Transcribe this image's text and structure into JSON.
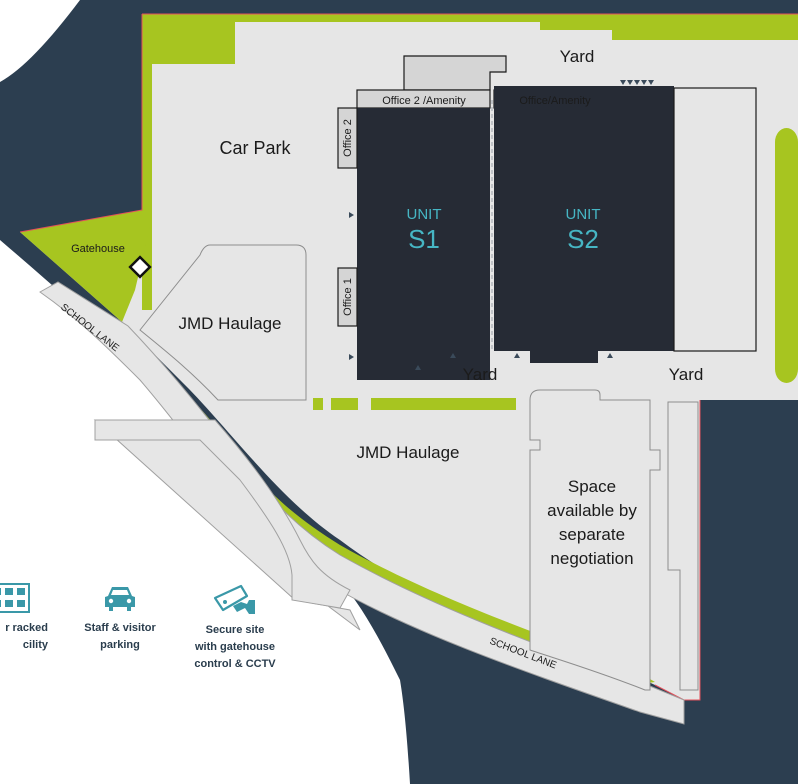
{
  "colors": {
    "background": "#ffffff",
    "navy": "#2c3e50",
    "site_ground": "#e6e6e6",
    "green_verge": "#a7c520",
    "building": "#262b35",
    "unit_text": "#46b6c4",
    "boundary": "#e4505a",
    "icon_teal": "#3a98a8"
  },
  "map": {
    "labels": {
      "yard_top": "Yard",
      "car_park": "Car Park",
      "office2_amenity": "Office 2 /Amenity",
      "office_amenity": "Office/Amenity",
      "office2_side": "Office 2",
      "office1_side": "Office 1",
      "gatehouse": "Gatehouse",
      "jmd_haulage_west": "JMD Haulage",
      "jmd_haulage_south": "JMD Haulage",
      "yard_s1": "Yard",
      "yard_s2": "Yard",
      "space_available": [
        "Space",
        "available by",
        "separate",
        "negotiation"
      ],
      "school_lane_west": "SCHOOL LANE",
      "school_lane_south": "SCHOOL LANE"
    },
    "units": [
      {
        "word": "UNIT",
        "id": "S1"
      },
      {
        "word": "UNIT",
        "id": "S2"
      }
    ]
  },
  "features": [
    {
      "icon": "racking-icon",
      "lines": [
        "r racked",
        "cility"
      ]
    },
    {
      "icon": "car-icon",
      "lines": [
        "Staff & visitor",
        "parking"
      ]
    },
    {
      "icon": "cctv-camera-icon",
      "lines": [
        "Secure site",
        "with gatehouse",
        "control & CCTV"
      ]
    }
  ]
}
